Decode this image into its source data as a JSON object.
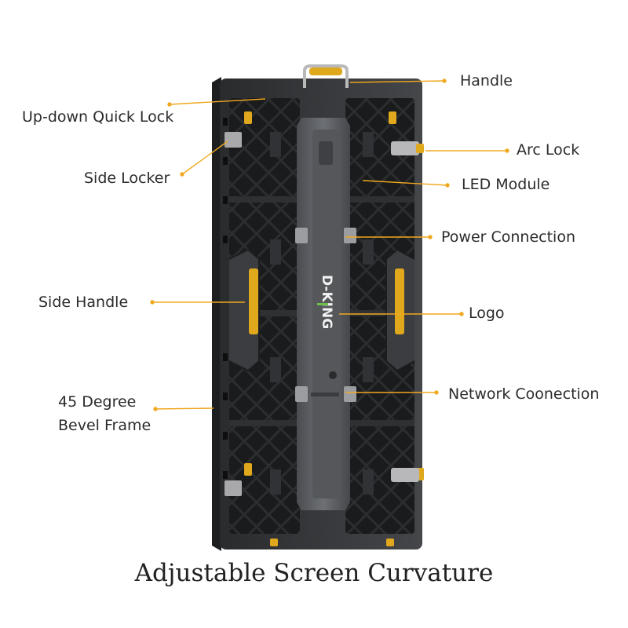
{
  "callouts": {
    "handle": "Handle",
    "up_down_quick_lock": "Up-down Quick Lock",
    "arc_lock": "Arc Lock",
    "side_locker": "Side Locker",
    "led_module": "LED Module",
    "power_connection": "Power Connection",
    "side_handle": "Side Handle",
    "logo": "Logo",
    "network_connection": "Network Coonection",
    "bevel_frame_line1": "45 Degree",
    "bevel_frame_line2": "Bevel Frame"
  },
  "logo_text": "D-KING",
  "caption": "Adjustable Screen Curvature",
  "colors": {
    "frame": "#3b3d40",
    "frame_dark": "#1f2022",
    "module": "#151617",
    "spine": "#5b5d61",
    "accent_yellow": "#e0a81c",
    "leader_line": "#f0a820",
    "logo_green": "#6cc04a"
  }
}
